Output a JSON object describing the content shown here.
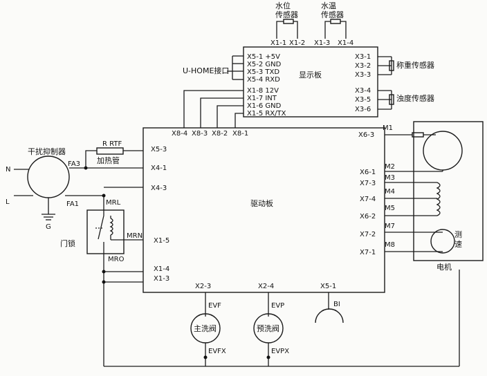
{
  "boards": {
    "display": "显示板",
    "drive": "驱动板"
  },
  "sensors": {
    "water_level": [
      "水位",
      "传感器"
    ],
    "water_temp": [
      "水温",
      "传感器"
    ],
    "weight": "称重传感器",
    "turbidity": "浊度传感器"
  },
  "display_top_pins": [
    "X1-1",
    "X1-2",
    "X1-3",
    "X1-4"
  ],
  "display_left_pins": [
    "X5-1 +5V",
    "X5-2 GND",
    "X5-3 TXD",
    "X5-4 RXD"
  ],
  "display_bottom_left_pins": [
    "X1-8 12V",
    "X1-7 INT",
    "X1-6 GND",
    "X1-5 RX/TX"
  ],
  "display_right_pins": [
    "X3-1",
    "X3-2",
    "X3-3",
    "X3-4",
    "X3-5",
    "X3-6"
  ],
  "uhome": "U-HOME接口",
  "drive_top_pins": [
    "X8-4",
    "X8-3",
    "X8-2",
    "X8-1"
  ],
  "drive_left_pins": [
    "X5-3",
    "X4-1",
    "X4-3",
    "X1-5",
    "X1-4",
    "X1-3"
  ],
  "drive_right_pins": [
    "X6-3",
    "X6-1",
    "X7-3",
    "X7-4",
    "X6-2",
    "X7-2",
    "X7-1"
  ],
  "drive_bottom_pins": [
    "X2-3",
    "X2-4",
    "X5-1"
  ],
  "filter": "干扰抑制器",
  "power": {
    "n": "N",
    "l": "L",
    "g": "G",
    "fa3": "FA3",
    "fa1": "FA1"
  },
  "heater": {
    "label": "R RTF",
    "name": "加热管"
  },
  "door_lock": {
    "name": "门锁",
    "mrl": "MRL",
    "mrn": "MRN",
    "mro": "MRO"
  },
  "motor": {
    "name": "电机",
    "speed": "测速",
    "wires": [
      "M1",
      "M2",
      "M3",
      "M4",
      "M5",
      "M7",
      "M8"
    ]
  },
  "valves": {
    "main": {
      "name": "主洗阀",
      "top": "EVF",
      "bottom": "EVFX"
    },
    "pre": {
      "name": "预洗阀",
      "top": "EVP",
      "bottom": "EVPX"
    },
    "bi": "BI"
  }
}
